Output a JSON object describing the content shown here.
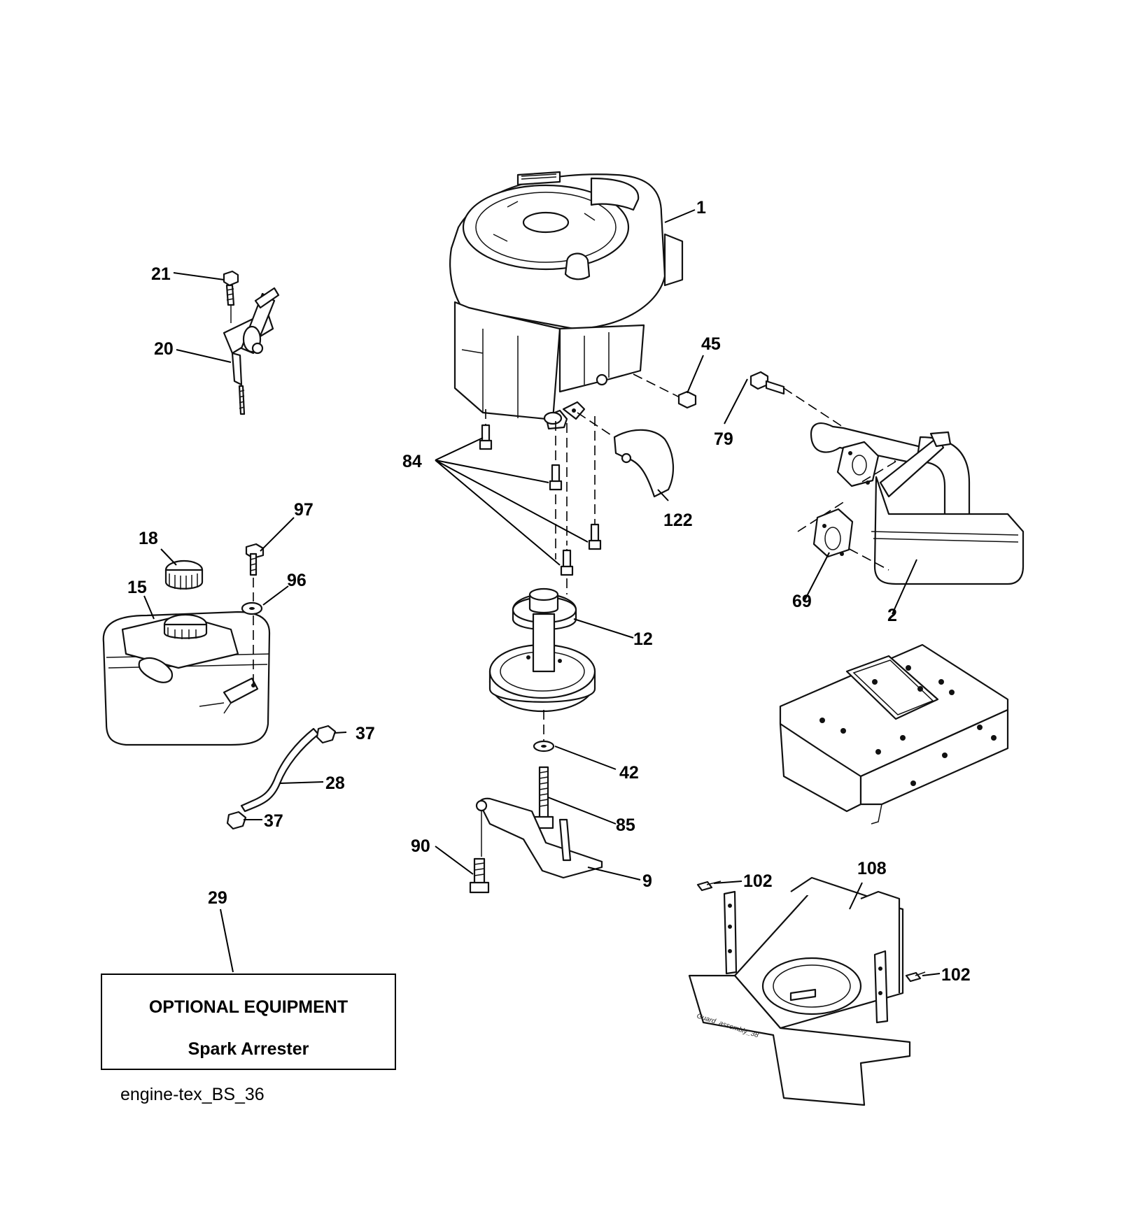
{
  "labels": {
    "p1": "1",
    "p2": "2",
    "p9": "9",
    "p12": "12",
    "p15": "15",
    "p18": "18",
    "p20": "20",
    "p21": "21",
    "p28": "28",
    "p29": "29",
    "p37a": "37",
    "p37b": "37",
    "p42": "42",
    "p45": "45",
    "p69": "69",
    "p79": "79",
    "p84": "84",
    "p85": "85",
    "p90": "90",
    "p96": "96",
    "p97": "97",
    "p102a": "102",
    "p102b": "102",
    "p108": "108",
    "p122": "122"
  },
  "optional_box": {
    "line1": "OPTIONAL EQUIPMENT",
    "line2": "Spark Arrester"
  },
  "guard_stamp": "Guard_assembly_38",
  "figure_ref": "engine-tex_BS_36"
}
